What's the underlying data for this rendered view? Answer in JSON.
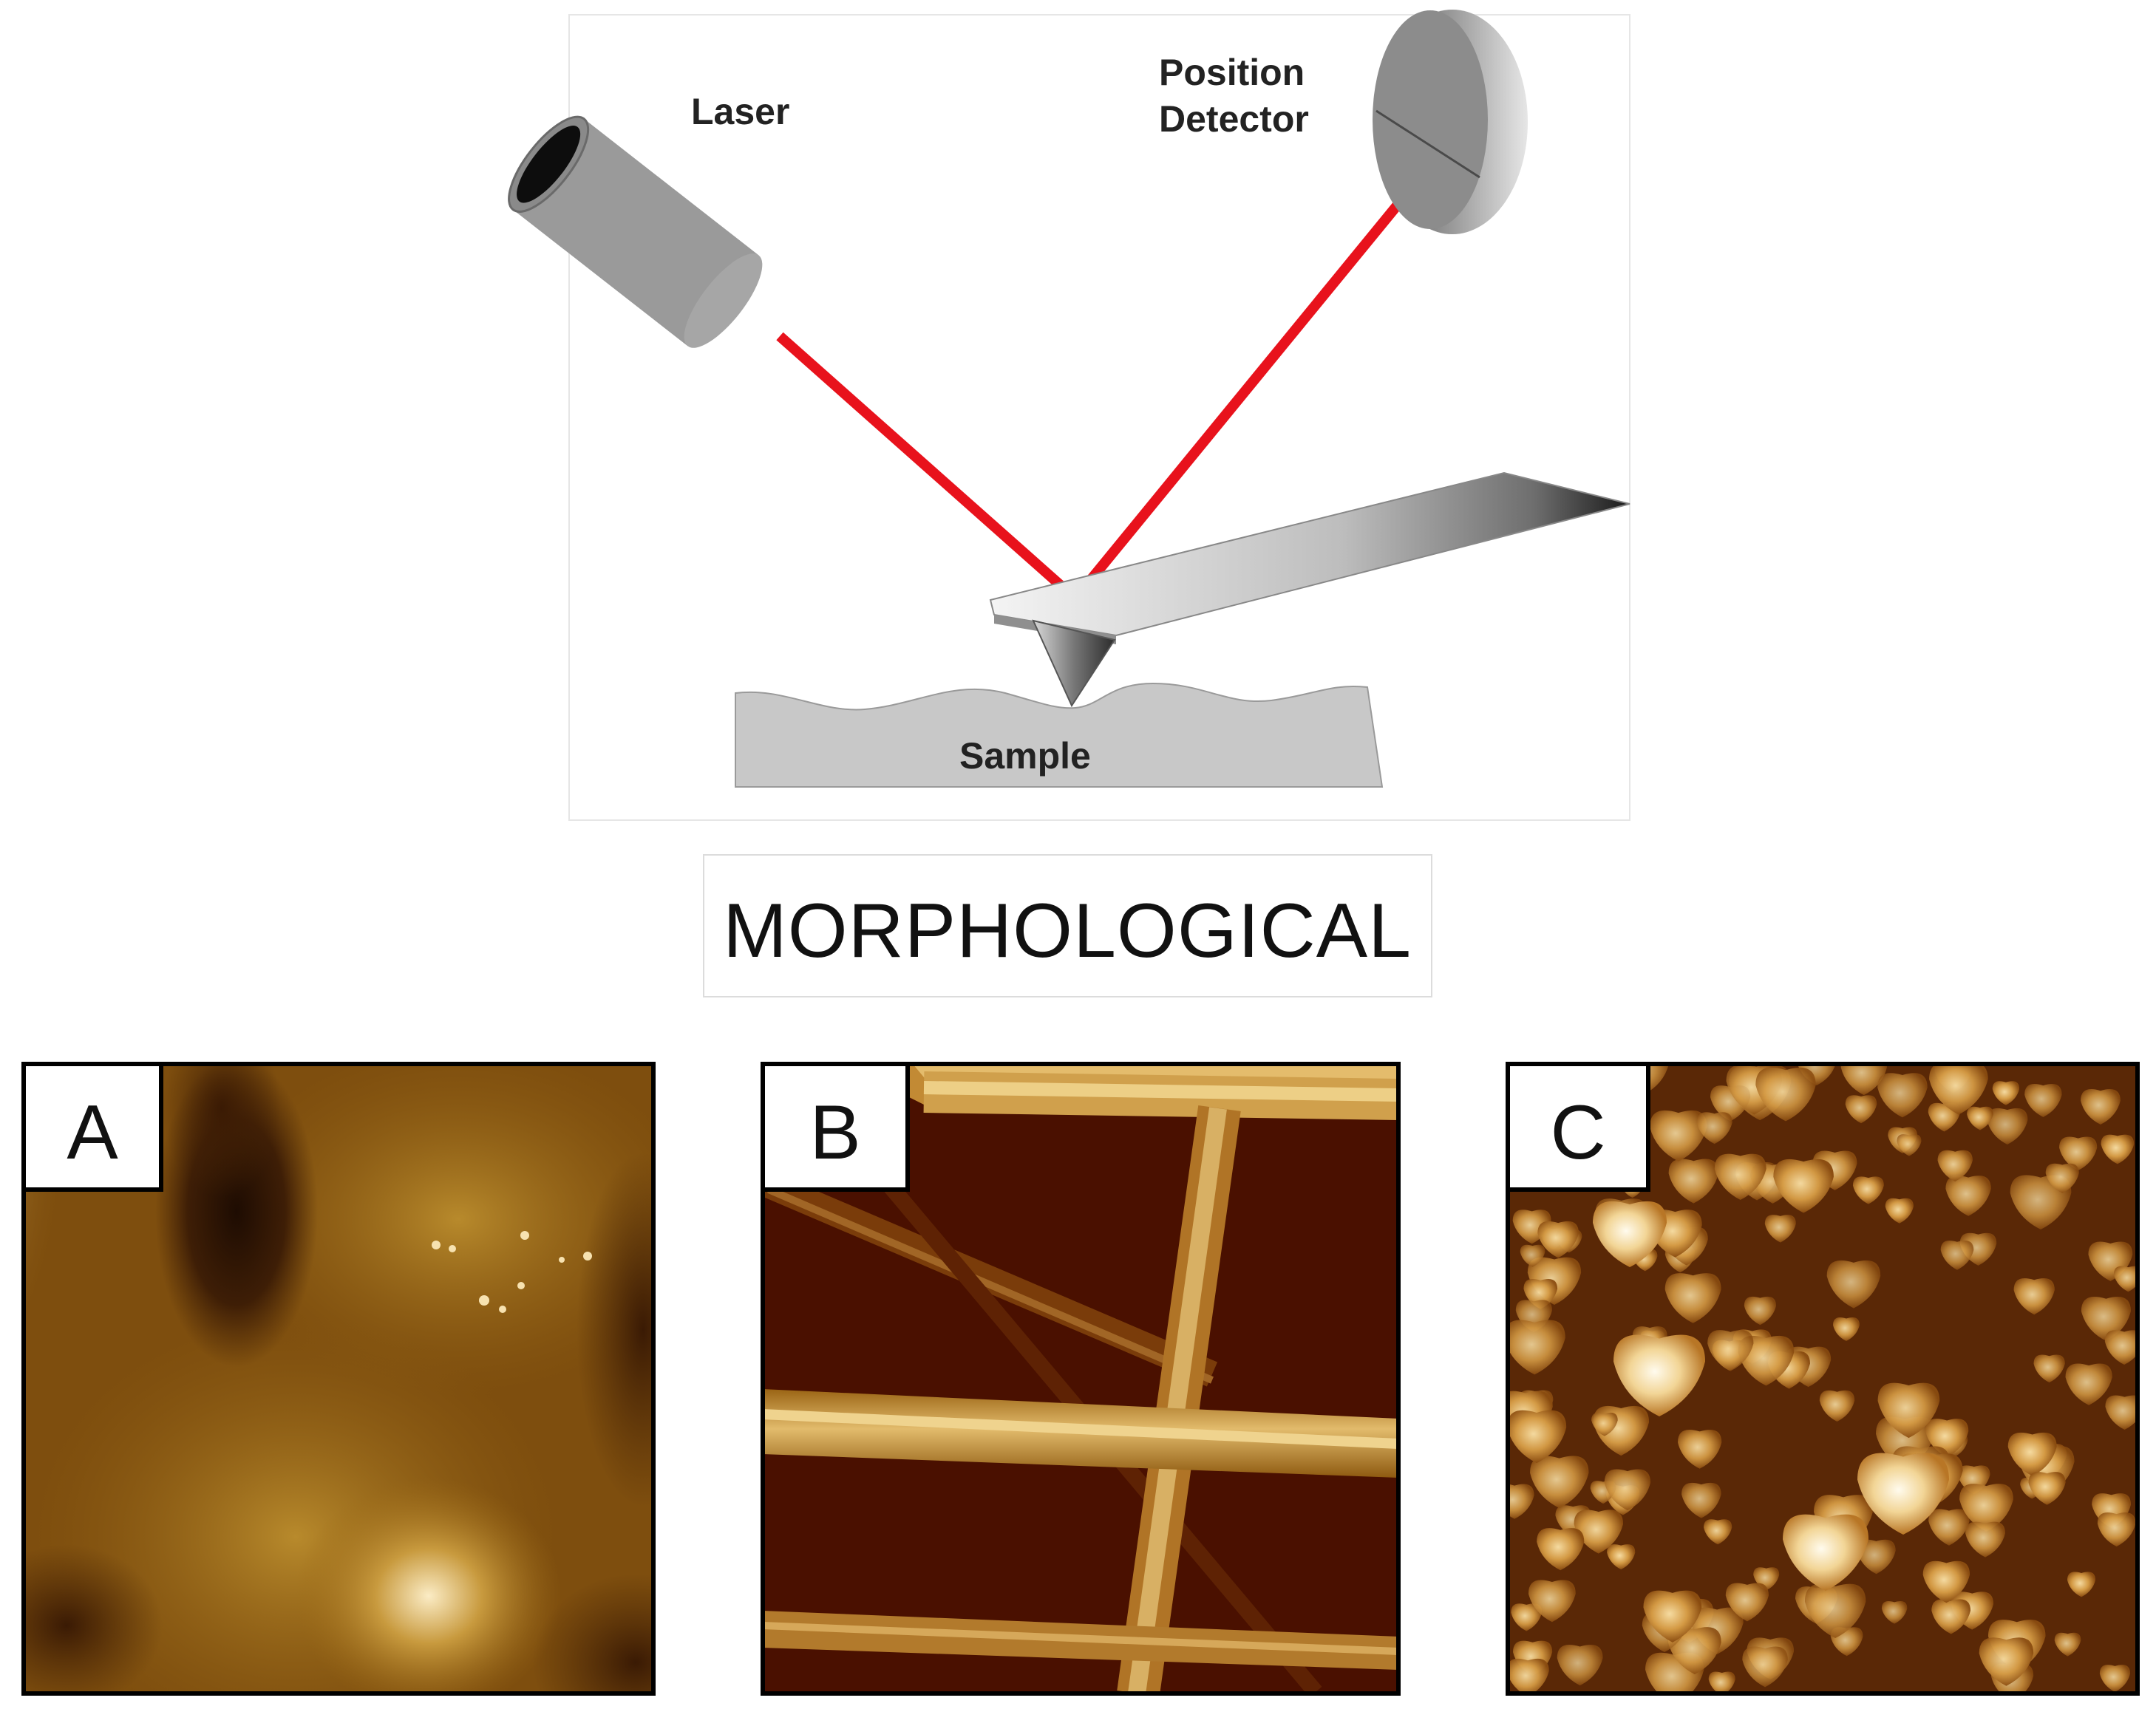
{
  "schematic": {
    "laser_label": "Laser",
    "detector_label_line1": "Position",
    "detector_label_line2": "Detector",
    "sample_label": "Sample",
    "beam_color": "#e8121c"
  },
  "title": {
    "text": "MORPHOLOGICAL"
  },
  "panels": [
    {
      "letter": "A",
      "description": "AFM height image"
    },
    {
      "letter": "B",
      "description": "AFM height image"
    },
    {
      "letter": "C",
      "description": "AFM height image"
    }
  ]
}
